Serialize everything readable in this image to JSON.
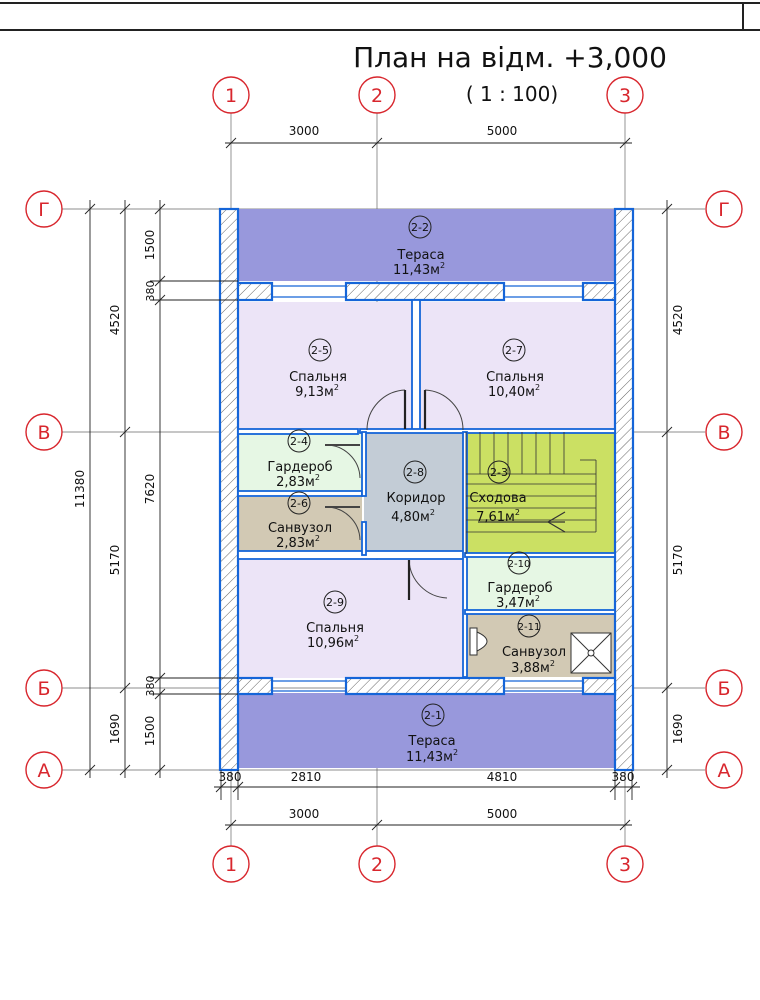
{
  "plan": {
    "title": "План на відм. +3,000",
    "scale": "( 1 : 100)",
    "axes_numeric": [
      "1",
      "2",
      "3"
    ],
    "axes_letter": [
      "Г",
      "В",
      "Б",
      "А"
    ],
    "dims_top": [
      "3000",
      "5000"
    ],
    "dims_bottom_inner": [
      "380",
      "2810",
      "4810",
      "380"
    ],
    "dims_bottom_outer": [
      "3000",
      "5000"
    ],
    "dims_left_inner": [
      "1500",
      "380",
      "7620",
      "380",
      "1500"
    ],
    "dims_left_mid": [
      "4520",
      "5170",
      "1690"
    ],
    "dims_left_outer": [
      "11380"
    ],
    "dims_right": [
      "4520",
      "5170",
      "1690"
    ],
    "rooms": [
      {
        "num": "2-2",
        "name": "Тераса",
        "area": "11,43м"
      },
      {
        "num": "2-5",
        "name": "Спальня",
        "area": "9,13м"
      },
      {
        "num": "2-7",
        "name": "Спальня",
        "area": "10,40м"
      },
      {
        "num": "2-4",
        "name": "Гардероб",
        "area": "2,83м"
      },
      {
        "num": "2-6",
        "name": "Санвузол",
        "area": "2,83м"
      },
      {
        "num": "2-8",
        "name": "Коридор",
        "area": "4,80м"
      },
      {
        "num": "2-3",
        "name": "Сходова",
        "area": "7,61м"
      },
      {
        "num": "2-10",
        "name": "Гардероб",
        "area": "3,47м"
      },
      {
        "num": "2-11",
        "name": "Санвузол",
        "area": "3,88м"
      },
      {
        "num": "2-9",
        "name": "Спальня",
        "area": "10,96м"
      },
      {
        "num": "2-1",
        "name": "Тераса",
        "area": "11,43м"
      }
    ],
    "area_unit_sup": "2",
    "colors": {
      "terrace": "#9898dc",
      "bedroom": "#ece4f7",
      "wardrobe": "#e6f7e4",
      "bathroom": "#d2c9b4",
      "corridor": "#c3ccd6",
      "stairs": "#cbe063",
      "wall": "#1565d8",
      "axis_red": "#d8262d"
    }
  }
}
